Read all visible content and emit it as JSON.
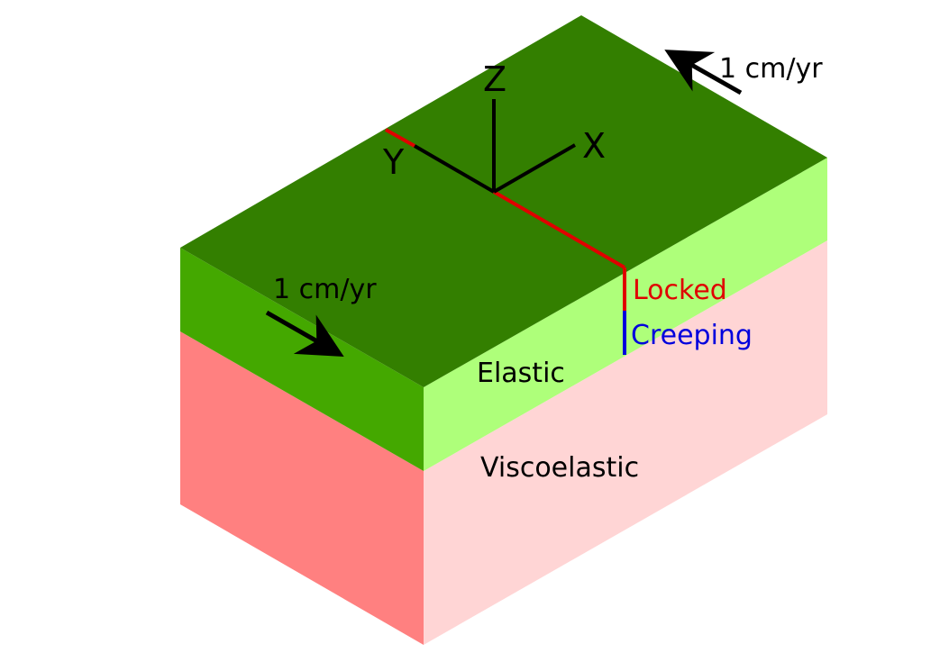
{
  "axes": {
    "x_label": "X",
    "y_label": "Y",
    "z_label": "Z"
  },
  "velocity": {
    "top_label": "1 cm/yr",
    "left_label": "1 cm/yr"
  },
  "fault": {
    "locked_label": "Locked",
    "creeping_label": "Creeping"
  },
  "layers": {
    "elastic_label": "Elastic",
    "viscoelastic_label": "Viscoelastic"
  },
  "colors": {
    "top_face": "#337f00",
    "elastic_left": "#44a800",
    "elastic_right": "#aeff7a",
    "visco_left": "#ff8080",
    "visco_right": "#ffd5d5",
    "locked": "#e00000",
    "creeping": "#0000dd",
    "axis": "#000000"
  }
}
